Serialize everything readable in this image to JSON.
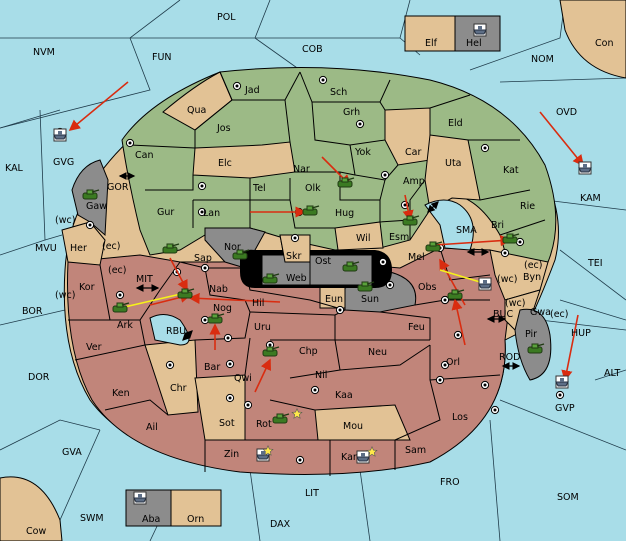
{
  "map": {
    "colors": {
      "sea": "#a8dde8",
      "green": "#9cba86",
      "red": "#c1857a",
      "tan": "#e2c295",
      "gray": "#8c8c8c",
      "black": "#000000",
      "order": "#d92c10",
      "support": "#f6f21a"
    },
    "sea_labels": {
      "pol": "POL",
      "nvm": "NVM",
      "fun": "FUN",
      "cob": "COB",
      "nom": "NOM",
      "con": "Con",
      "ovd": "OVD",
      "kal": "KAL",
      "kam": "KAM",
      "tei": "TEI",
      "mvu": "MVU",
      "bor": "BOR",
      "dor": "DOR",
      "alt": "ALT",
      "hup": "HUP",
      "gva": "GVA",
      "som": "SOM",
      "fro": "FRO",
      "lit": "LIT",
      "swm": "SWM",
      "dax": "DAX",
      "cow": "Cow",
      "gor": "GOR",
      "mit": "MIT",
      "rbu": "RBU",
      "sma": "SMA",
      "buc": "BUC",
      "rod": "ROD",
      "gvg": "GVG",
      "gvp": "GVP"
    },
    "provinces": {
      "jad": "Jad",
      "sch": "Sch",
      "qua": "Qua",
      "jos": "Jos",
      "grh": "Grh",
      "eld": "Eld",
      "can": "Can",
      "elc": "Elc",
      "yok": "Yok",
      "car": "Car",
      "uta": "Uta",
      "kat": "Kat",
      "nar": "Nar",
      "olk": "Olk",
      "amp": "Amp",
      "tel": "Tel",
      "gur": "Gur",
      "lan": "Lan",
      "hug": "Hug",
      "rie": "Rie",
      "gaw": "Gaw",
      "esm": "Esm",
      "bri": "Bri",
      "wil": "Wil",
      "nor": "Nor",
      "skr": "Skr",
      "ost": "Ost",
      "web": "Web",
      "sap": "Sap",
      "her": "Her",
      "mel": "Mel",
      "byn": "Byn",
      "kor": "Kor",
      "nab": "Nab",
      "eun": "Eun",
      "sun": "Sun",
      "obs": "Obs",
      "hil": "Hil",
      "ark": "Ark",
      "nog": "Nog",
      "gwa": "Gwa",
      "uru": "Uru",
      "feu": "Feu",
      "pir": "Pir",
      "ver": "Ver",
      "bar": "Bar",
      "chp": "Chp",
      "neu": "Neu",
      "orl": "Orl",
      "qwi": "Qwi",
      "nil": "Nil",
      "ken": "Ken",
      "chr": "Chr",
      "kaa": "Kaa",
      "los": "Los",
      "ail": "Ail",
      "sot": "Sot",
      "rot": "Rot",
      "mou": "Mou",
      "zin": "Zin",
      "kar": "Kar",
      "sam": "Sam",
      "elf": "Elf",
      "hel": "Hel",
      "aba": "Aba",
      "orn": "Orn"
    },
    "coast_tags": {
      "wc_her": "(wc)",
      "ec_her": "(ec)",
      "ec_kor": "(ec)",
      "wc_kor": "(wc)",
      "wc_byn": "(wc)",
      "ec_byn": "(ec)",
      "wc_gwa": "(wc)",
      "ec_gwa": "(ec)"
    },
    "units": [
      {
        "type": "army",
        "province": "Gaw"
      },
      {
        "type": "army",
        "province": "Olk"
      },
      {
        "type": "army",
        "province": "Hug"
      },
      {
        "type": "army",
        "province": "Esm"
      },
      {
        "type": "army",
        "province": "Bri"
      },
      {
        "type": "army",
        "province": "Sap"
      },
      {
        "type": "army",
        "province": "Nor"
      },
      {
        "type": "army",
        "province": "Ost"
      },
      {
        "type": "army",
        "province": "Web"
      },
      {
        "type": "army",
        "province": "Mel"
      },
      {
        "type": "army",
        "province": "Obs"
      },
      {
        "type": "army",
        "province": "Nab"
      },
      {
        "type": "army",
        "province": "Ark"
      },
      {
        "type": "army",
        "province": "Nog"
      },
      {
        "type": "army",
        "province": "Sun"
      },
      {
        "type": "army",
        "province": "Pir"
      },
      {
        "type": "army",
        "province": "Chp"
      },
      {
        "type": "army",
        "province": "Rot"
      },
      {
        "type": "fleet",
        "province": "Hel"
      },
      {
        "type": "fleet",
        "province": "GVG"
      },
      {
        "type": "fleet",
        "province": "KAM"
      },
      {
        "type": "fleet",
        "province": "Byn"
      },
      {
        "type": "fleet",
        "province": "GVP"
      },
      {
        "type": "fleet",
        "province": "Zin"
      },
      {
        "type": "fleet",
        "province": "Kar"
      },
      {
        "type": "fleet",
        "province": "Aba"
      }
    ]
  }
}
